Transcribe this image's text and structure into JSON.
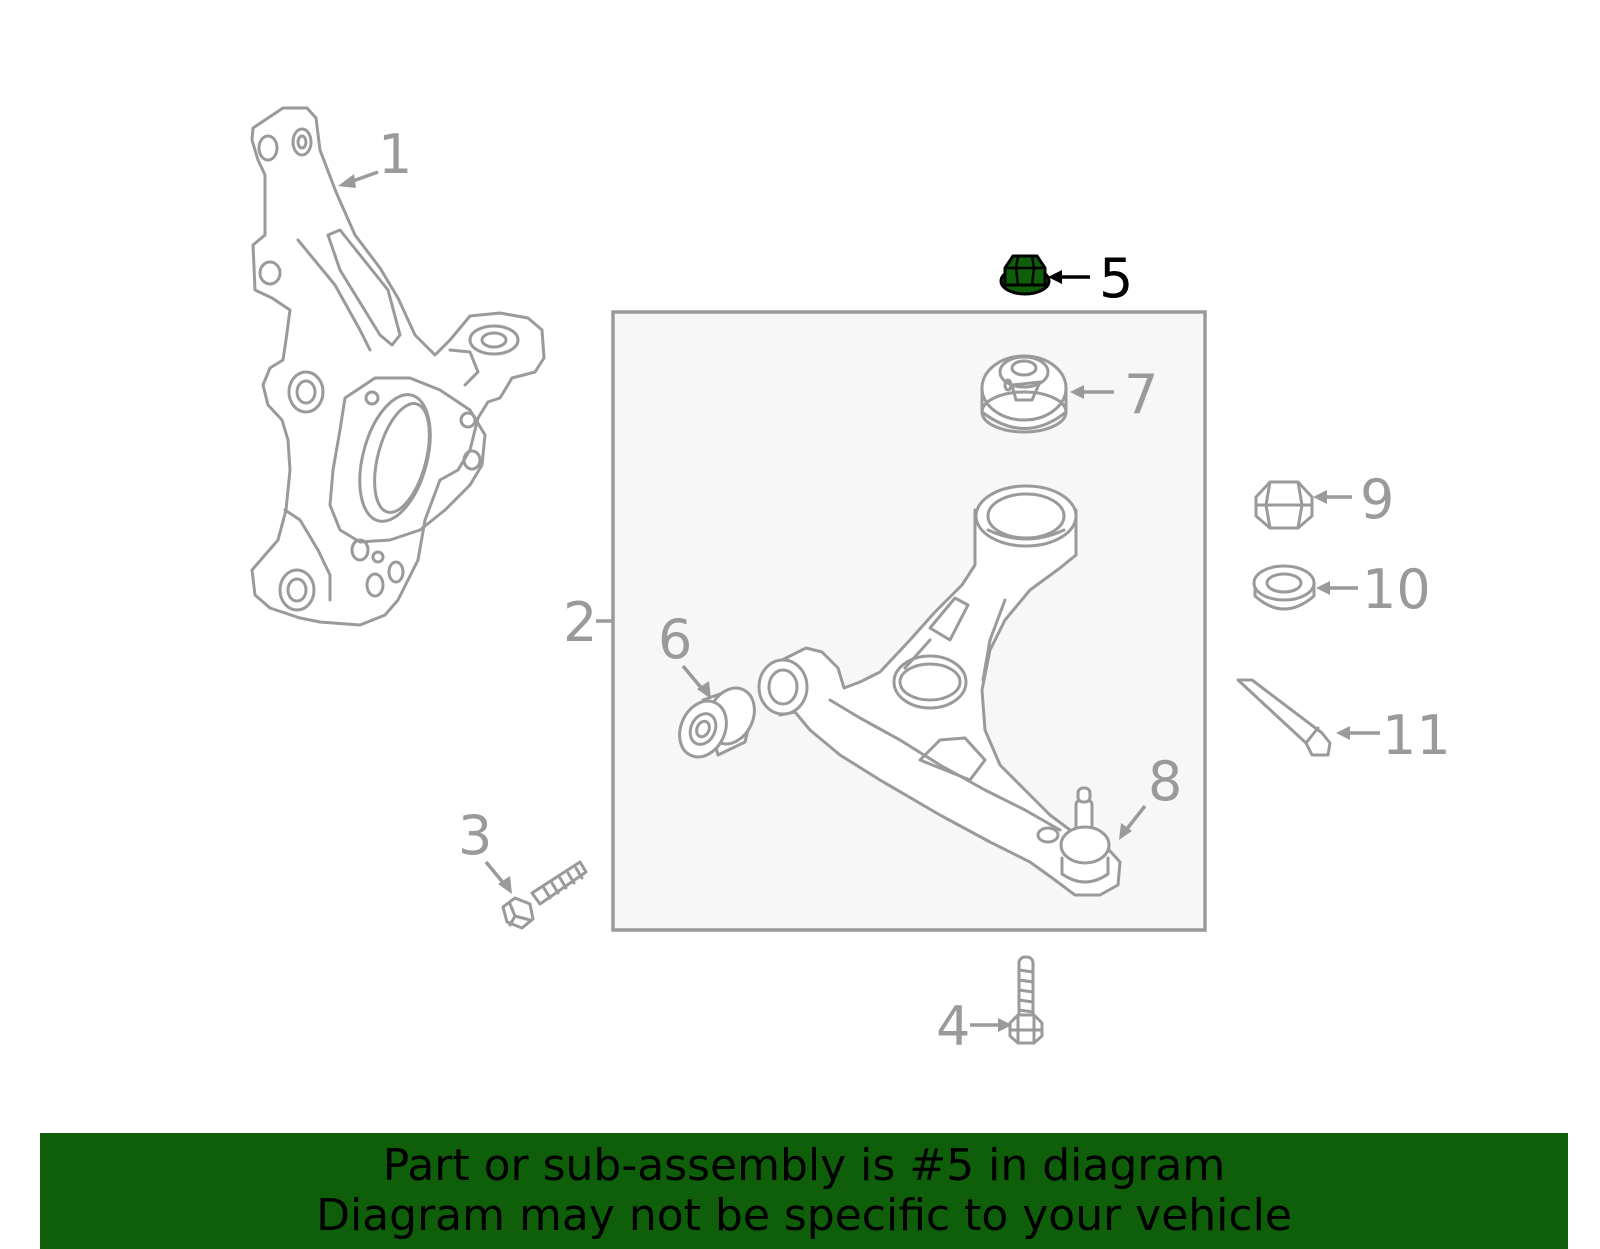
{
  "diagram": {
    "callouts": {
      "c1": "1",
      "c2": "2",
      "c3": "3",
      "c4": "4",
      "c5": "5",
      "c6": "6",
      "c7": "7",
      "c8": "8",
      "c9": "9",
      "c10": "10",
      "c11": "11"
    },
    "highlighted_part": "5",
    "colors": {
      "line": "#9a9a9a",
      "highlight": "#0e5e0a",
      "assembly_box_fill": "#f7f7f7"
    }
  },
  "banner": {
    "line1": "Part or sub-assembly is #5 in diagram",
    "line2": "Diagram may not be specific to your vehicle",
    "background": "#0e5e0a"
  }
}
